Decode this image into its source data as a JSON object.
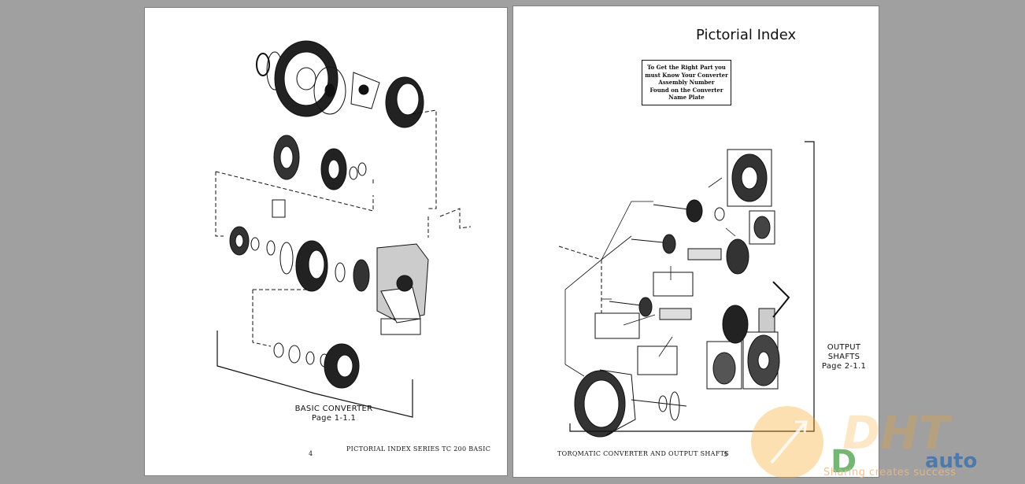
{
  "left_page": {
    "caption_line1": "BASIC CONVERTER",
    "caption_line2": "Page 1-1.1",
    "page_number": "4",
    "footer": "PICTORIAL INDEX SERIES TC 200 BASIC"
  },
  "right_page": {
    "title": "Pictorial Index",
    "notice_lines": [
      "To Get the Right Part you",
      "must Know Your Converter",
      "Assembly Number",
      "Found on the Converter",
      "Name Plate"
    ],
    "output_label_line1": "OUTPUT",
    "output_label_line2": "SHAFTS",
    "output_label_line3": "Page 2-1.1",
    "footer": "TORQMATIC CONVERTER AND OUTPUT SHAFTS",
    "page_number": "5"
  },
  "watermark": {
    "logo_text": "DHT",
    "brand_text": "auto",
    "tagline": "Sharing creates success",
    "colors": {
      "orange": "#f5a623",
      "green": "#3a9a3a",
      "blue": "#2a6ab0"
    }
  }
}
